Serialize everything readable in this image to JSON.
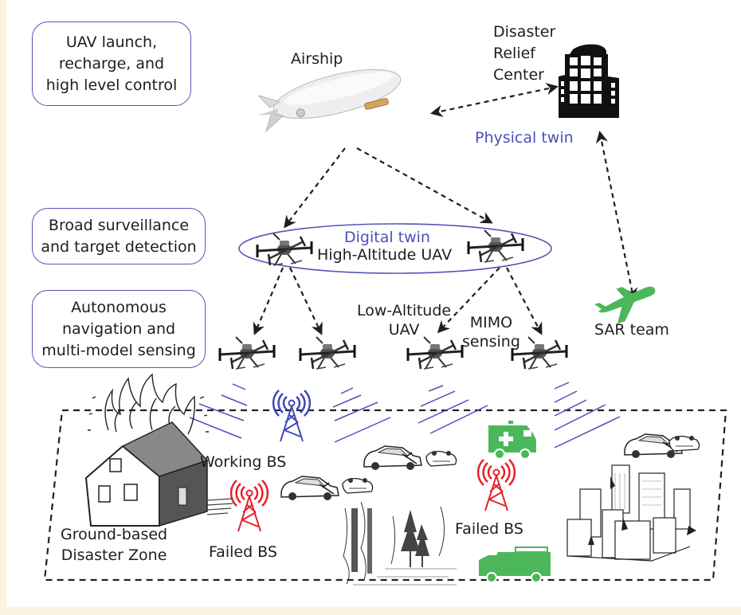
{
  "figure": {
    "layer_boxes": [
      {
        "id": "top",
        "text": [
          "UAV launch,",
          "recharge, and",
          "high level control"
        ]
      },
      {
        "id": "mid",
        "text": [
          "Broad surveillance",
          "and target detection"
        ]
      },
      {
        "id": "low",
        "text": [
          "Autonomous",
          "navigation and",
          "multi-model sensing"
        ]
      }
    ],
    "labels": {
      "airship": "Airship",
      "relief_center": [
        "Disaster",
        "Relief",
        "Center"
      ],
      "physical_twin": "Physical twin",
      "digital_twin": "Digital twin",
      "high_altitude_uav": "High-Altitude UAV",
      "low_altitude_uav": [
        "Low-Altitude",
        "UAV"
      ],
      "mimo_sensing": [
        "MIMO",
        "sensing"
      ],
      "sar_team": "SAR team",
      "working_bs": "Working BS",
      "failed_bs_left": "Failed BS",
      "failed_bs_right": "Failed BS",
      "disaster_zone": [
        "Ground-based",
        "Disaster Zone"
      ]
    },
    "colors": {
      "box_border": "#5257b5",
      "twin_text": "#4b4fb8",
      "working_bs": "#3f47b8",
      "failed_bs": "#e8202a",
      "rescue_vehicle": "#4cb75a",
      "arrow": "#1e1e1e",
      "page_border": "#fdf3e3"
    },
    "icons": [
      "airship-icon",
      "building-icon",
      "drone-icon",
      "airplane-icon",
      "antenna-tower-icon",
      "ambulance-icon",
      "fire-truck-icon",
      "burning-house-icon",
      "wrecked-car-icon",
      "burning-forest-icon",
      "damaged-city-icon"
    ]
  }
}
